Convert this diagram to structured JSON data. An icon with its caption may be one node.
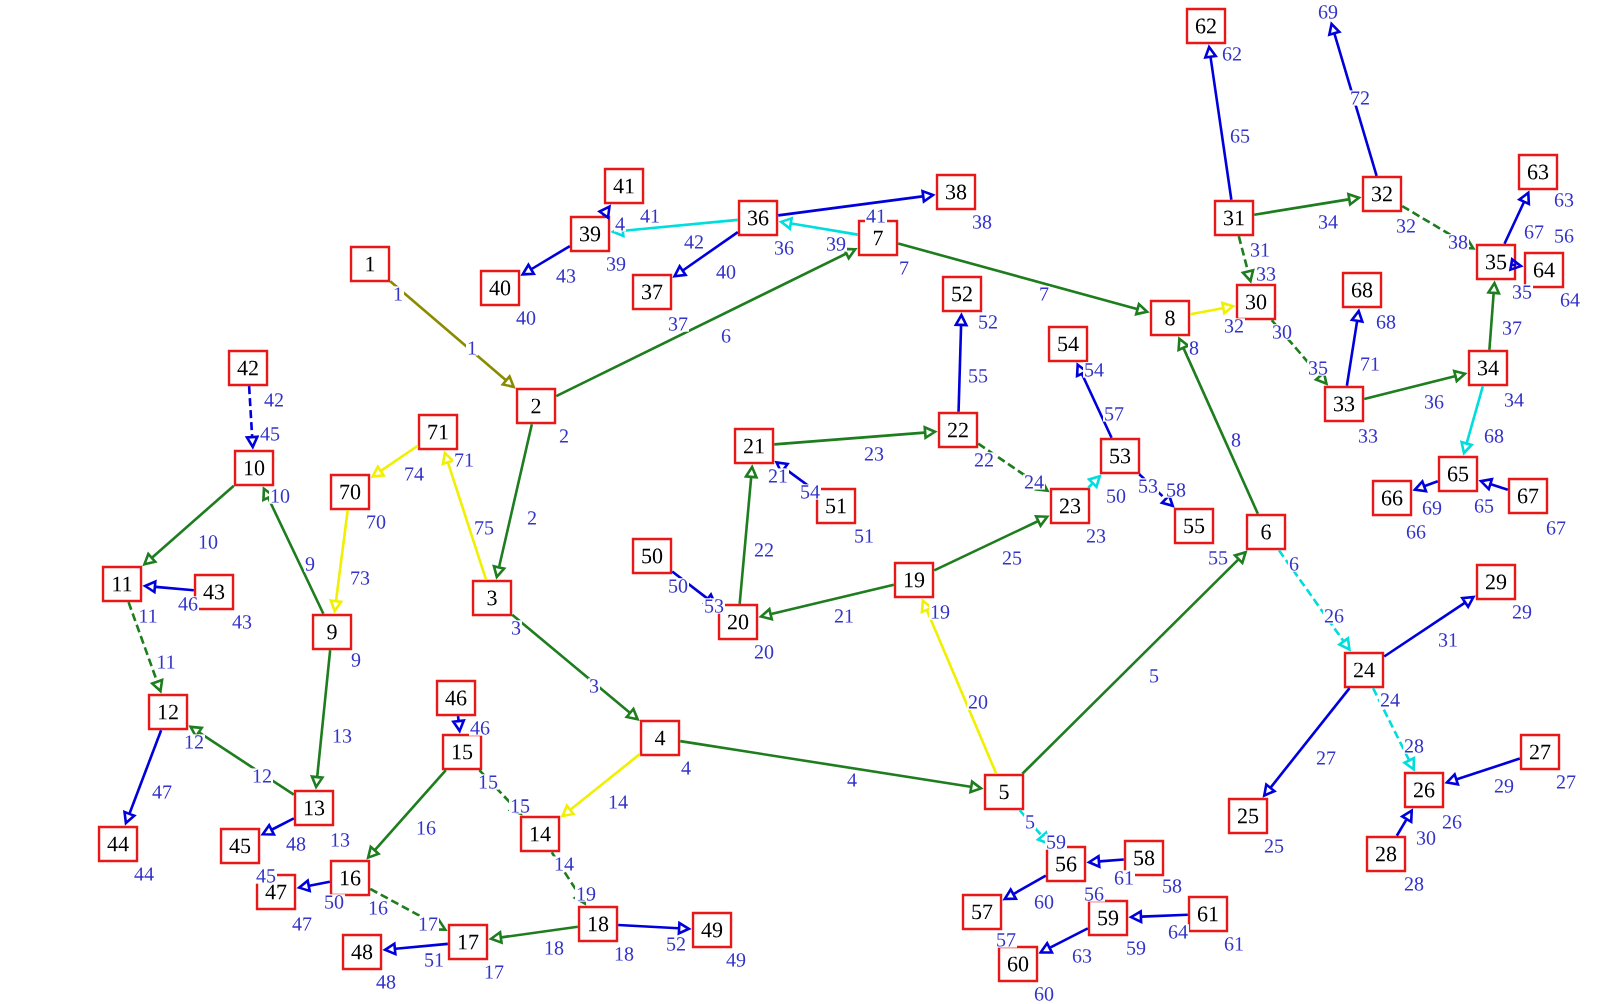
{
  "diagram": {
    "nodes": [
      {
        "text": [
          "1"
        ],
        "beside": [
          "1"
        ]
      },
      {
        "text": [
          "2"
        ],
        "beside": [
          "2"
        ]
      },
      {
        "text": [
          "3"
        ],
        "beside": [
          "3"
        ]
      },
      {
        "text": [
          "4"
        ],
        "beside": [
          "4"
        ]
      },
      {
        "text": [
          "5"
        ],
        "beside": [
          "5"
        ]
      },
      {
        "text": [
          "6"
        ],
        "beside": [
          "6"
        ]
      },
      {
        "text": [
          "7"
        ],
        "beside": [
          "7"
        ]
      },
      {
        "text": [
          "8"
        ],
        "beside": [
          "8"
        ]
      },
      {
        "text": [
          "9"
        ],
        "beside": [
          "9"
        ]
      },
      {
        "text": [
          "10"
        ],
        "beside": [
          "10"
        ]
      },
      {
        "text": [
          "11"
        ],
        "beside": [
          "11"
        ]
      },
      {
        "text": [
          "12"
        ],
        "beside": [
          "12"
        ]
      },
      {
        "text": [
          "13"
        ],
        "beside": [
          "13"
        ]
      },
      {
        "text": [
          "14"
        ],
        "beside": [
          "14"
        ]
      },
      {
        "text": [
          "15"
        ],
        "beside": [
          "15"
        ]
      },
      {
        "text": [
          "16"
        ],
        "beside": [
          "16"
        ]
      },
      {
        "text": [
          "17"
        ],
        "beside": [
          "17"
        ]
      },
      {
        "text": [
          "18"
        ],
        "beside": [
          "18"
        ]
      },
      {
        "text": [
          "19"
        ],
        "beside": [
          "19"
        ]
      },
      {
        "text": [
          "20"
        ],
        "beside": [
          "20"
        ]
      },
      {
        "text": [
          "21"
        ],
        "beside": [
          "21"
        ]
      },
      {
        "text": [
          "22"
        ],
        "beside": [
          "22"
        ]
      },
      {
        "text": [
          "23"
        ],
        "beside": [
          "23"
        ]
      },
      {
        "text": [
          "24"
        ],
        "beside": [
          "24"
        ]
      },
      {
        "text": [
          "25"
        ],
        "beside": [
          "25"
        ]
      },
      {
        "text": [
          "26"
        ],
        "beside": [
          "26"
        ]
      },
      {
        "text": [
          "27"
        ],
        "beside": [
          "27"
        ]
      },
      {
        "text": [
          "28"
        ],
        "beside": [
          "28"
        ]
      },
      {
        "text": [
          "29"
        ],
        "beside": [
          "29"
        ]
      },
      {
        "text": [
          "30"
        ],
        "beside": [
          "30"
        ]
      },
      {
        "text": [
          "31"
        ],
        "beside": [
          "31"
        ]
      },
      {
        "text": [
          "32"
        ],
        "beside": [
          "32"
        ]
      },
      {
        "text": [
          "33"
        ],
        "beside": [
          "33"
        ]
      },
      {
        "text": [
          "34"
        ],
        "beside": [
          "34"
        ]
      },
      {
        "text": [
          "35"
        ],
        "beside": [
          "35"
        ]
      },
      {
        "text": [
          "36"
        ],
        "beside": [
          "36"
        ]
      },
      {
        "text": [
          "37"
        ],
        "beside": [
          "37"
        ]
      },
      {
        "text": [
          "38"
        ],
        "beside": [
          "38"
        ]
      },
      {
        "text": [
          "39"
        ],
        "beside": [
          "39"
        ]
      },
      {
        "text": [
          "40"
        ],
        "beside": [
          "40"
        ]
      },
      {
        "text": [
          "41"
        ],
        "beside": [
          "41"
        ]
      },
      {
        "text": [
          "42"
        ],
        "beside": [
          "42"
        ]
      },
      {
        "text": [
          "43"
        ],
        "beside": [
          "43"
        ]
      },
      {
        "text": [
          "44"
        ],
        "beside": [
          "44"
        ]
      },
      {
        "text": [
          "45"
        ],
        "beside": [
          "45"
        ]
      },
      {
        "text": [
          "46"
        ],
        "beside": [
          "46"
        ]
      },
      {
        "text": [
          "47"
        ],
        "beside": [
          "47"
        ]
      },
      {
        "text": [
          "48"
        ],
        "beside": [
          "48"
        ]
      },
      {
        "text": [
          "49"
        ],
        "beside": [
          "49"
        ]
      },
      {
        "text": [
          "50"
        ],
        "beside": [
          "50"
        ]
      },
      {
        "text": [
          "51"
        ],
        "beside": [
          "51"
        ]
      },
      {
        "text": [
          "52"
        ],
        "beside": [
          "52"
        ]
      },
      {
        "text": [
          "53"
        ],
        "beside": [
          "53"
        ]
      },
      {
        "text": [
          "54"
        ],
        "beside": [
          "54"
        ]
      },
      {
        "text": [
          "55"
        ],
        "beside": [
          "55"
        ]
      },
      {
        "text": [
          "56"
        ],
        "beside": [
          "56"
        ]
      },
      {
        "text": [
          "57"
        ],
        "beside": [
          "57"
        ]
      },
      {
        "text": [
          "58"
        ],
        "beside": [
          "58"
        ]
      },
      {
        "text": [
          "59"
        ],
        "beside": [
          "59"
        ]
      },
      {
        "text": [
          "60"
        ],
        "beside": [
          "60"
        ]
      },
      {
        "text": [
          "61"
        ],
        "beside": [
          "61"
        ]
      },
      {
        "text": [
          "62"
        ],
        "beside": [
          "62"
        ]
      },
      {
        "text": [
          "63"
        ],
        "beside": [
          "63"
        ]
      },
      {
        "text": [
          "64"
        ],
        "beside": [
          "64"
        ]
      },
      {
        "text": [
          "65"
        ],
        "beside": [
          "65"
        ]
      },
      {
        "text": [
          "66"
        ],
        "beside": [
          "66"
        ]
      },
      {
        "text": [
          "67"
        ],
        "beside": [
          "67"
        ]
      },
      {
        "text": [
          "68"
        ],
        "beside": [
          "68"
        ]
      },
      {
        "text": [
          "70"
        ],
        "beside": [
          "70"
        ]
      },
      {
        "text": [
          "71"
        ],
        "beside": [
          "71"
        ]
      },
      {
        "text": [
          "69"
        ]
      }
    ],
    "edges": [
      {
        "from": 0,
        "to": 1,
        "arrow": "to",
        "label": "1",
        "color": "#8b8b00"
      },
      {
        "from": 1,
        "to": 2,
        "arrow": "to",
        "label": "2",
        "color": "#1e7d1e"
      },
      {
        "from": 2,
        "to": 3,
        "arrow": "to",
        "label": "3",
        "color": "#1e7d1e"
      },
      {
        "from": 3,
        "to": 4,
        "arrow": "to",
        "label": "4",
        "color": "#1e7d1e"
      },
      {
        "from": 4,
        "to": 5,
        "arrow": "to",
        "label": "5",
        "color": "#1e7d1e"
      },
      {
        "from": 1,
        "to": 6,
        "arrow": "to",
        "label": "6",
        "color": "#1e7d1e"
      },
      {
        "from": 6,
        "to": 7,
        "arrow": "to",
        "label": "7",
        "color": "#1e7d1e"
      },
      {
        "from": 5,
        "to": 7,
        "arrow": "to",
        "label": "8",
        "color": "#1e7d1e"
      },
      {
        "from": 8,
        "to": 9,
        "arrow": "to",
        "label": "9",
        "color": "#1e7d1e"
      },
      {
        "from": 9,
        "to": 10,
        "arrow": "to",
        "label": "10",
        "color": "#1e7d1e"
      },
      {
        "from": 10,
        "to": 11,
        "arrow": "to",
        "label": "11",
        "color": "#1e7d1e",
        "style": "dashed"
      },
      {
        "from": 12,
        "to": 11,
        "arrow": "to",
        "label": "12",
        "color": "#1e7d1e"
      },
      {
        "from": 8,
        "to": 12,
        "arrow": "to",
        "label": "13",
        "color": "#1e7d1e"
      },
      {
        "from": 3,
        "to": 13,
        "arrow": "to",
        "label": "14",
        "color": "#f0f000"
      },
      {
        "from": 14,
        "to": 13,
        "arrow": "to",
        "label": "15",
        "color": "#1e7d1e",
        "style": "dashed"
      },
      {
        "from": 14,
        "to": 15,
        "arrow": "to",
        "label": "16",
        "color": "#1e7d1e"
      },
      {
        "from": 15,
        "to": 16,
        "arrow": "to",
        "label": "17",
        "color": "#1e7d1e",
        "style": "dashed"
      },
      {
        "from": 17,
        "to": 16,
        "arrow": "to",
        "label": "18",
        "color": "#1e7d1e"
      },
      {
        "from": 13,
        "to": 17,
        "arrow": "to",
        "label": "19",
        "color": "#1e7d1e",
        "style": "dashed"
      },
      {
        "from": 4,
        "to": 18,
        "arrow": "to",
        "label": "20",
        "color": "#f0f000"
      },
      {
        "from": 18,
        "to": 19,
        "arrow": "to",
        "label": "21",
        "color": "#1e7d1e"
      },
      {
        "from": 19,
        "to": 20,
        "arrow": "to",
        "label": "22",
        "color": "#1e7d1e"
      },
      {
        "from": 20,
        "to": 21,
        "arrow": "to",
        "label": "23",
        "color": "#1e7d1e"
      },
      {
        "from": 21,
        "to": 22,
        "arrow": "to",
        "label": "24",
        "color": "#1e7d1e",
        "style": "dashed"
      },
      {
        "from": 18,
        "to": 22,
        "arrow": "to",
        "label": "25",
        "color": "#1e7d1e"
      },
      {
        "from": 5,
        "to": 23,
        "arrow": "to",
        "label": "26",
        "color": "#00dddd",
        "style": "dashed"
      },
      {
        "from": 23,
        "to": 24,
        "arrow": "to",
        "label": "27"
      },
      {
        "from": 23,
        "to": 25,
        "arrow": "to",
        "label": "28",
        "color": "#00dddd",
        "style": "dashed"
      },
      {
        "from": 26,
        "to": 25,
        "arrow": "to",
        "label": "29"
      },
      {
        "from": 27,
        "to": 25,
        "arrow": "to",
        "label": "30"
      },
      {
        "from": 23,
        "to": 28,
        "arrow": "to",
        "label": "31"
      },
      {
        "from": 7,
        "to": 29,
        "arrow": "to",
        "label": "32",
        "color": "#f0f000"
      },
      {
        "from": 30,
        "to": 29,
        "arrow": "to",
        "label": "33",
        "color": "#1e7d1e",
        "style": "dashed"
      },
      {
        "from": 30,
        "to": 31,
        "arrow": "to",
        "label": "34",
        "color": "#1e7d1e"
      },
      {
        "from": 29,
        "to": 32,
        "arrow": "to",
        "label": "35",
        "color": "#1e7d1e",
        "style": "dashed"
      },
      {
        "from": 32,
        "to": 33,
        "arrow": "to",
        "label": "36",
        "color": "#1e7d1e"
      },
      {
        "from": 33,
        "to": 34,
        "arrow": "to",
        "label": "37",
        "color": "#1e7d1e"
      },
      {
        "from": 31,
        "to": 34,
        "arrow": "to",
        "label": "38",
        "color": "#1e7d1e",
        "style": "dashed"
      },
      {
        "from": 6,
        "to": 35,
        "arrow": "to",
        "label": "39",
        "color": "#00dddd"
      },
      {
        "from": 35,
        "to": 38,
        "arrow": "to",
        "label": "4",
        "color": "#00dddd"
      },
      {
        "from": 35,
        "to": 37,
        "arrow": "to",
        "label": "41"
      },
      {
        "from": 35,
        "to": 36,
        "arrow": "to",
        "label": "42"
      },
      {
        "from": 38,
        "to": 39,
        "arrow": "to",
        "label": "43"
      },
      {
        "from": 38,
        "to": 40,
        "arrow": "to"
      },
      {
        "from": 41,
        "to": 9,
        "arrow": "to",
        "label": "45",
        "style": "dashed"
      },
      {
        "from": 42,
        "to": 10,
        "arrow": "to",
        "label": "46"
      },
      {
        "from": 11,
        "to": 43,
        "arrow": "to",
        "label": "47"
      },
      {
        "from": 12,
        "to": 44,
        "arrow": "to",
        "label": "48"
      },
      {
        "from": 45,
        "to": 14,
        "arrow": "to"
      },
      {
        "from": 15,
        "to": 46,
        "arrow": "to",
        "label": "50"
      },
      {
        "from": 16,
        "to": 47,
        "arrow": "to",
        "label": "51"
      },
      {
        "from": 17,
        "to": 48,
        "arrow": "to",
        "label": "52"
      },
      {
        "from": 49,
        "to": 19,
        "arrow": "to",
        "label": "53"
      },
      {
        "from": 50,
        "to": 20,
        "arrow": "to",
        "label": "54"
      },
      {
        "from": 21,
        "to": 51,
        "arrow": "to",
        "label": "55"
      },
      {
        "from": 34,
        "to": 63,
        "arrow": "to",
        "label": "56"
      },
      {
        "from": 52,
        "to": 53,
        "arrow": "to",
        "label": "57"
      },
      {
        "from": 52,
        "to": 54,
        "arrow": "to",
        "label": "58",
        "style": "dashed"
      },
      {
        "from": 4,
        "to": 55,
        "arrow": "to",
        "label": "59",
        "color": "#00dddd",
        "style": "dashed"
      },
      {
        "from": 55,
        "to": 56,
        "arrow": "to",
        "label": "60"
      },
      {
        "from": 57,
        "to": 55,
        "arrow": "to",
        "label": "61"
      },
      {
        "from": 22,
        "to": 52,
        "arrow": "to",
        "label": "50",
        "color": "#00dddd"
      },
      {
        "from": 58,
        "to": 59,
        "arrow": "to",
        "label": "63"
      },
      {
        "from": 60,
        "to": 58,
        "arrow": "to",
        "label": "64"
      },
      {
        "from": 30,
        "to": 61,
        "arrow": "to",
        "label": "65"
      },
      {
        "from": 31,
        "to": 70,
        "arrow": "to",
        "label": "72"
      },
      {
        "from": 34,
        "to": 62,
        "arrow": "to",
        "label": "67"
      },
      {
        "from": 33,
        "to": 64,
        "arrow": "to",
        "label": "68",
        "color": "#00dddd"
      },
      {
        "from": 64,
        "to": 65,
        "arrow": "to",
        "label": "69"
      },
      {
        "from": 66,
        "to": 64,
        "arrow": "to"
      },
      {
        "from": 32,
        "to": 67,
        "arrow": "to",
        "label": "71"
      },
      {
        "from": 69,
        "to": 68,
        "arrow": "to",
        "label": "74",
        "color": "#f0f000"
      },
      {
        "from": 68,
        "to": 8,
        "arrow": "to",
        "label": "73",
        "color": "#f0f000"
      },
      {
        "from": 2,
        "to": 69,
        "arrow": "to",
        "label": "75",
        "color": "#f0f000"
      }
    ],
    "labels": [
      "40"
    ]
  }
}
